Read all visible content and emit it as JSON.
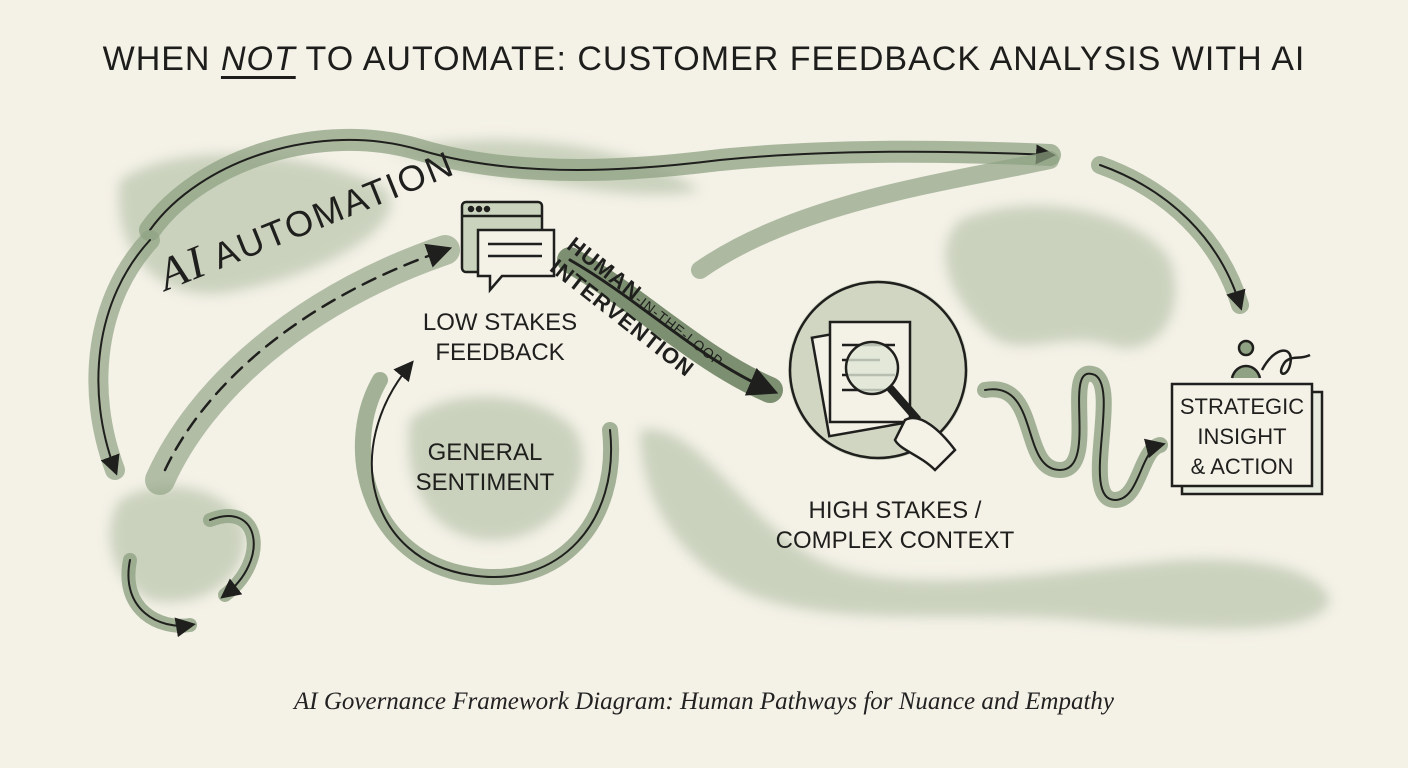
{
  "title": {
    "prefix": "WHEN ",
    "emphasis": "NOT",
    "suffix": " TO AUTOMATE: CUSTOMER FEEDBACK ANALYSIS WITH AI"
  },
  "caption": "AI Governance Framework Diagram: Human Pathways for Nuance and Empathy",
  "flows": {
    "ai_automation_first": "AI",
    "ai_automation_rest": " AUTOMATION",
    "human_line1_a": "HUMAN",
    "human_line1_b": "-IN-THE-LOOP",
    "human_line2": "INTERVENTION"
  },
  "nodes": {
    "low_stakes": [
      "LOW STAKES",
      "FEEDBACK"
    ],
    "general_sentiment": [
      "GENERAL",
      "SENTIMENT"
    ],
    "high_stakes": [
      "HIGH STAKES /",
      "COMPLEX CONTEXT"
    ],
    "strategic": [
      "STRATEGIC",
      "INSIGHT",
      "& ACTION"
    ]
  },
  "icons": {
    "feedback": "chat-window-icon",
    "review": "magnifier-documents-icon",
    "person": "person-signature-icon"
  },
  "colors": {
    "background": "#f4f1e7",
    "wash": "#a9b99c",
    "wash_dark": "#8fa283",
    "ink": "#1f1f1d"
  }
}
